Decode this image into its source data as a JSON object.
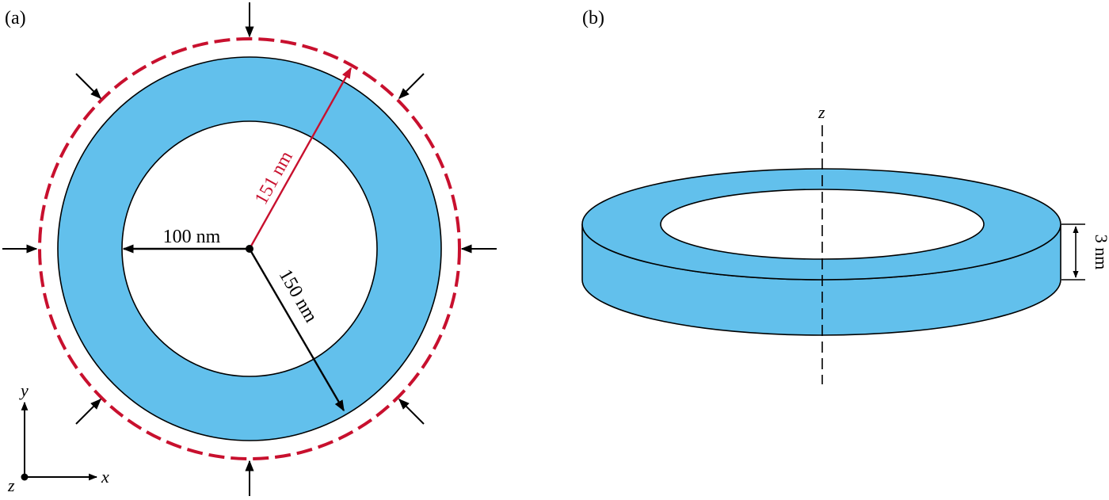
{
  "panel_a": {
    "label": "(a)",
    "outer_radius_label": "151 nm",
    "ring_radius_label": "150 nm",
    "inner_radius_label": "100 nm",
    "axes": {
      "x": "x",
      "y": "y",
      "z": "z"
    }
  },
  "panel_b": {
    "label": "(b)",
    "axis_label": "z",
    "thickness_label": "3 nm"
  },
  "colors": {
    "ring_fill": "#62c0ec",
    "dashed_circle": "#c8102e",
    "outline": "#000000"
  }
}
